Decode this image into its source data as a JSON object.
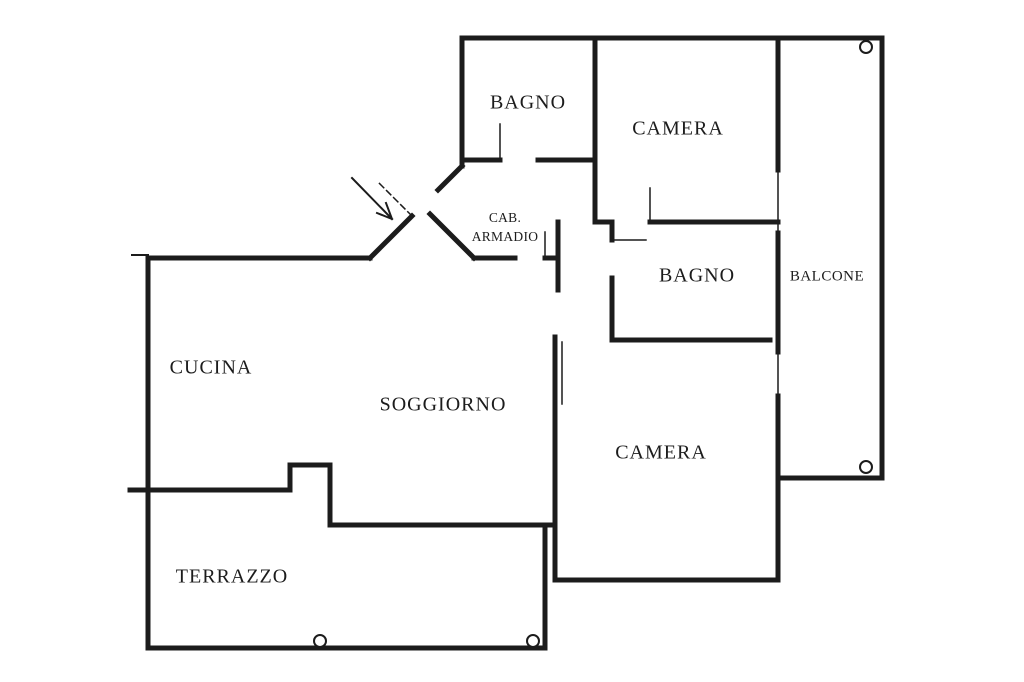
{
  "plan": {
    "rooms": {
      "bagno_top": "BAGNO",
      "camera_top": "CAMERA",
      "cab_armadio_line1": "CAB.",
      "cab_armadio_line2": "ARMADIO",
      "bagno_mid": "BAGNO",
      "balcone": "BALCONE",
      "cucina": "CUCINA",
      "soggiorno": "SOGGIORNO",
      "camera_bottom": "CAMERA",
      "terrazzo": "TERRAZZO"
    }
  },
  "colors": {
    "wall": "#1c1c1c",
    "background": "#ffffff"
  }
}
